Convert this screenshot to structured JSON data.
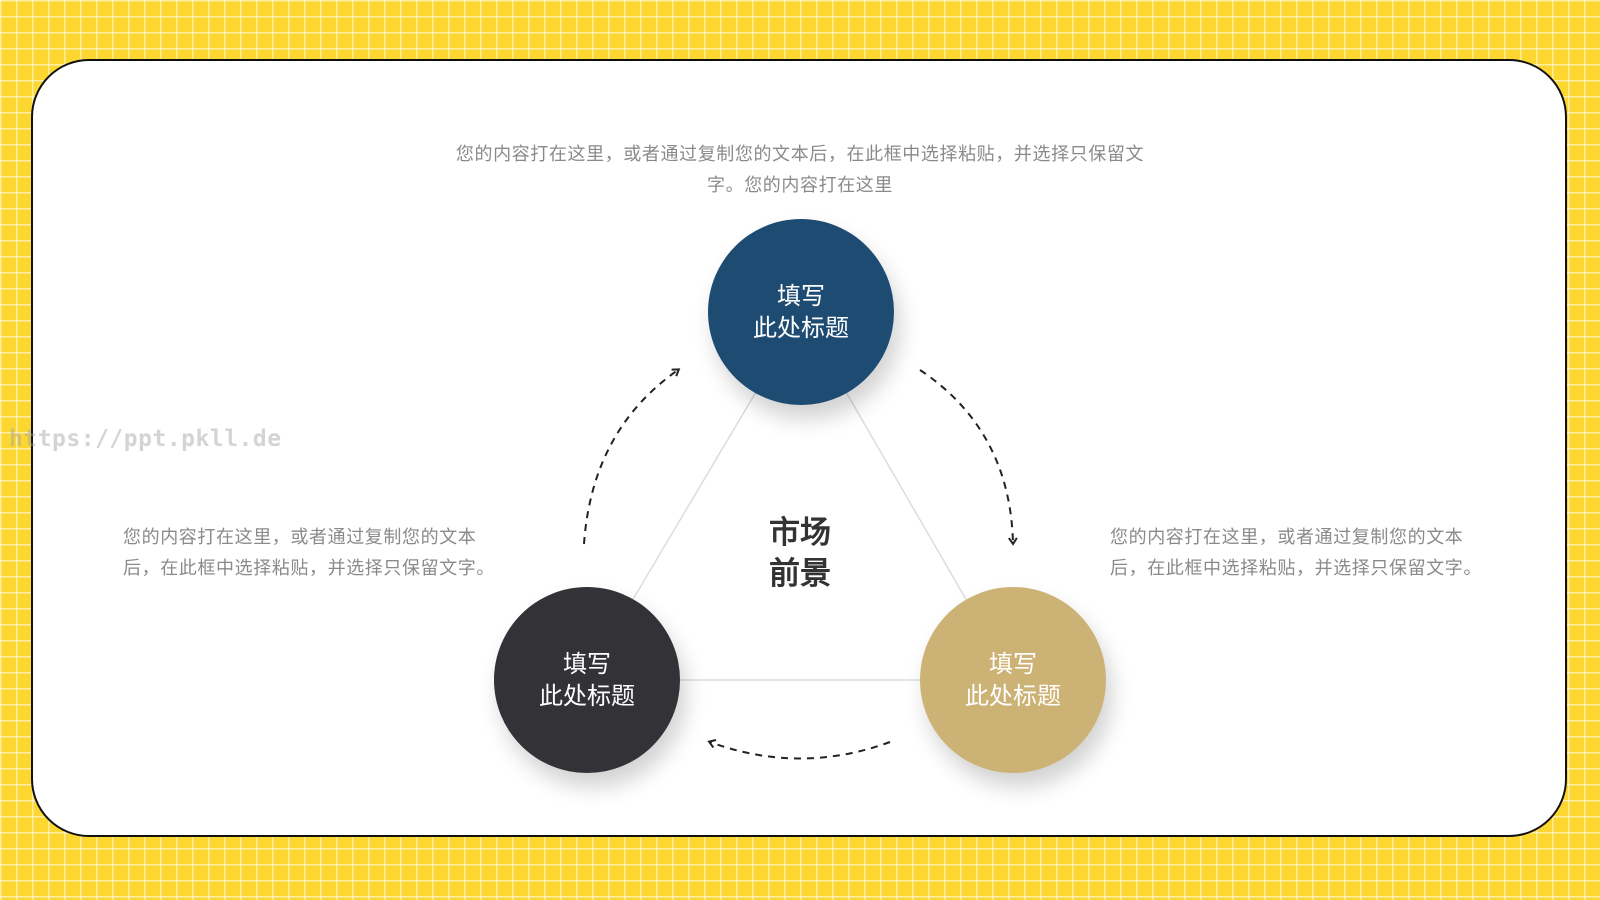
{
  "watermark": "https://ppt.pkll.de",
  "center": {
    "line1": "市场",
    "line2": "前景"
  },
  "descriptions": {
    "top": "您的内容打在这里，或者通过复制您的文本后，在此框中选择粘贴，并选择只保留文字。您的内容打在这里",
    "left": "您的内容打在这里，或者通过复制您的文本后，在此框中选择粘贴，并选择只保留文字。",
    "right": "您的内容打在这里，或者通过复制您的文本后，在此框中选择粘贴，并选择只保留文字。"
  },
  "nodes": {
    "top": {
      "line1": "填写",
      "line2": "此处标题",
      "color": "#1e4b72"
    },
    "left": {
      "line1": "填写",
      "line2": "此处标题",
      "color": "#333236"
    },
    "right": {
      "line1": "填写",
      "line2": "此处标题",
      "color": "#cdb276"
    }
  },
  "colors": {
    "background": "#fcd732",
    "card": "#ffffff",
    "arrow": "#222222"
  }
}
